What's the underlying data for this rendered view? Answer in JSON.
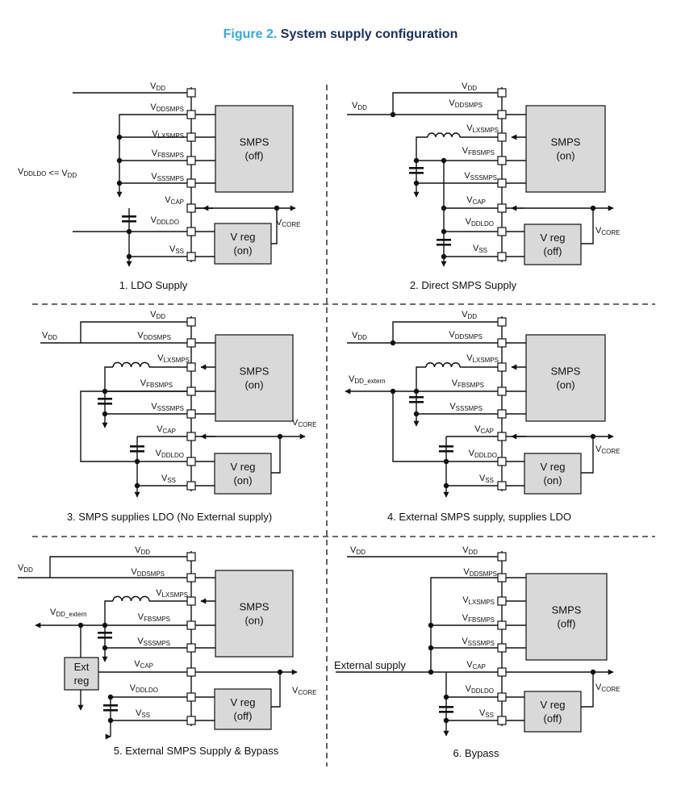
{
  "figure": {
    "number": "Figure 2.",
    "title": "System supply configuration"
  },
  "pins": {
    "vdd": [
      "V",
      "DD"
    ],
    "vddsmps": [
      "V",
      "DDSMPS"
    ],
    "vlxsmps": [
      "V",
      "LXSMPS"
    ],
    "vfbsmps": [
      "V",
      "FBSMPS"
    ],
    "vsssmps": [
      "V",
      "SSSMPS"
    ],
    "vcap": [
      "V",
      "CAP"
    ],
    "vddldo": [
      "V",
      "DDLDO"
    ],
    "vss": [
      "V",
      "SS"
    ],
    "vcore": [
      "V",
      "CORE"
    ],
    "vdd_extern": [
      "V",
      "DD_extern"
    ]
  },
  "blocks": {
    "smps": "SMPS",
    "vreg": "V reg",
    "ext_reg": [
      "Ext",
      "reg"
    ],
    "state_on": "(on)",
    "state_off": "(off)"
  },
  "notes": {
    "ldo_condition": [
      "V",
      "DDLDO",
      " <= V",
      "DD"
    ],
    "external_supply": "External supply"
  },
  "captions": [
    "1. LDO Supply",
    "2. Direct SMPS Supply",
    "3. SMPS supplies LDO (No External supply)",
    "4. External SMPS supply, supplies LDO",
    "5. External SMPS Supply & Bypass",
    "6. Bypass"
  ],
  "panels": [
    {
      "id": "p1",
      "smps_state": "off",
      "vreg_state": "on"
    },
    {
      "id": "p2",
      "smps_state": "on",
      "vreg_state": "off"
    },
    {
      "id": "p3",
      "smps_state": "on",
      "vreg_state": "on"
    },
    {
      "id": "p4",
      "smps_state": "on",
      "vreg_state": "on"
    },
    {
      "id": "p5",
      "smps_state": "on",
      "vreg_state": "off"
    },
    {
      "id": "p6",
      "smps_state": "off",
      "vreg_state": "off"
    }
  ]
}
